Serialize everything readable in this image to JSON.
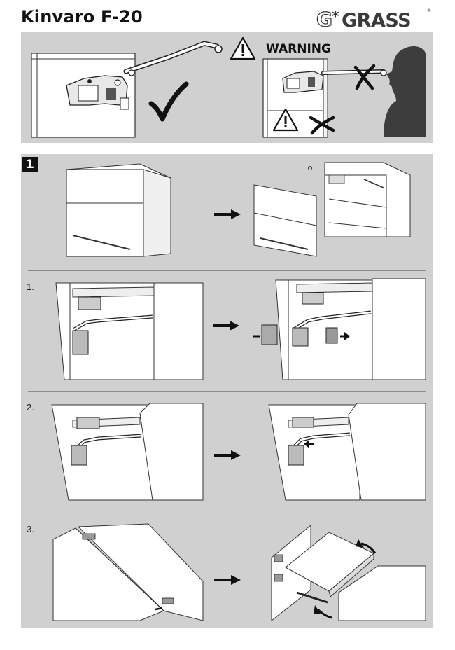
{
  "header": {
    "title": "Kinvaro F-20",
    "brand_logo_text": "G*GRASS"
  },
  "warning_panel": {
    "label": "WARNING",
    "correct_icon": "check-icon",
    "wrong_icon": "cross-icon",
    "hazard_icon": "warning-triangle-icon"
  },
  "section": {
    "number": "1",
    "steps": [
      {
        "label": "1."
      },
      {
        "label": "2."
      },
      {
        "label": "3."
      }
    ]
  },
  "colors": {
    "panel_bg": "#d0d0d0",
    "ink": "#111111",
    "paper": "#ffffff"
  }
}
